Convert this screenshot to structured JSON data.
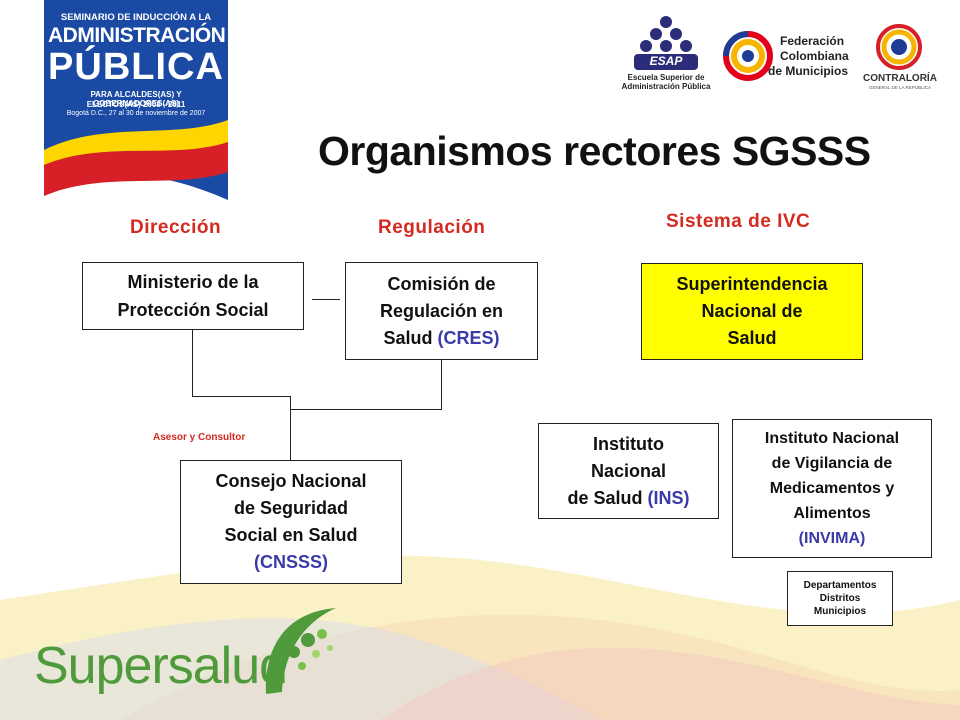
{
  "banner": {
    "line1": "SEMINARIO DE INDUCCIÓN A LA",
    "line2": "ADMINISTRACIÓN",
    "line3": "PÚBLICA",
    "line4": "PARA ALCALDES(AS) Y GOBERNADORES(AS)",
    "line5": "ELECTOS(AS) 2008 - 2011",
    "line6": "Bogotá D.C., 27 al 30 de noviembre de 2007"
  },
  "logos": {
    "esap": {
      "name": "ESAP",
      "line1": "Escuela Superior de",
      "line2": "Administración Pública"
    },
    "fcm": {
      "line1": "Federación",
      "line2": "Colombiana",
      "line3": "de Municipios"
    },
    "contraloria": {
      "name": "CONTRALORÍA",
      "sub": "GENERAL DE LA REPÚBLICA"
    },
    "supersalud": {
      "name": "Supersalud"
    }
  },
  "title": "Organismos rectores SGSSS",
  "columns": {
    "direccion": "Dirección",
    "regulacion": "Regulación",
    "ivc": "Sistema de IVC"
  },
  "nodes": {
    "ministerio": {
      "line1": "Ministerio de la",
      "line2": "Protección Social"
    },
    "cres": {
      "line1": "Comisión de",
      "line2": "Regulación en",
      "line3a": "Salud ",
      "line3b": "(CRES)"
    },
    "supersalud": {
      "line1": "Superintendencia",
      "line2": "Nacional de",
      "line3": "Salud"
    },
    "cnsss": {
      "line1": "Consejo Nacional",
      "line2": "de Seguridad",
      "line3": "Social en Salud",
      "line4": "(CNSSS)"
    },
    "ins": {
      "line1": "Instituto",
      "line2": "Nacional",
      "line3a": "de Salud ",
      "line3b": "(INS)"
    },
    "invima": {
      "line1": "Instituto Nacional",
      "line2": "de Vigilancia de",
      "line3": "Medicamentos y",
      "line4": "Alimentos",
      "line5": "(INVIMA)"
    },
    "territorios": {
      "line1": "Departamentos",
      "line2": "Distritos",
      "line3": "Municipios"
    }
  },
  "asesor_label": "Asesor y Consultor",
  "colors": {
    "accent_red": "#d42a20",
    "highlight_blue": "#3a3aa8",
    "supersalud_fill": "#ffff00",
    "supersalud_green": "#4f9a3a"
  }
}
